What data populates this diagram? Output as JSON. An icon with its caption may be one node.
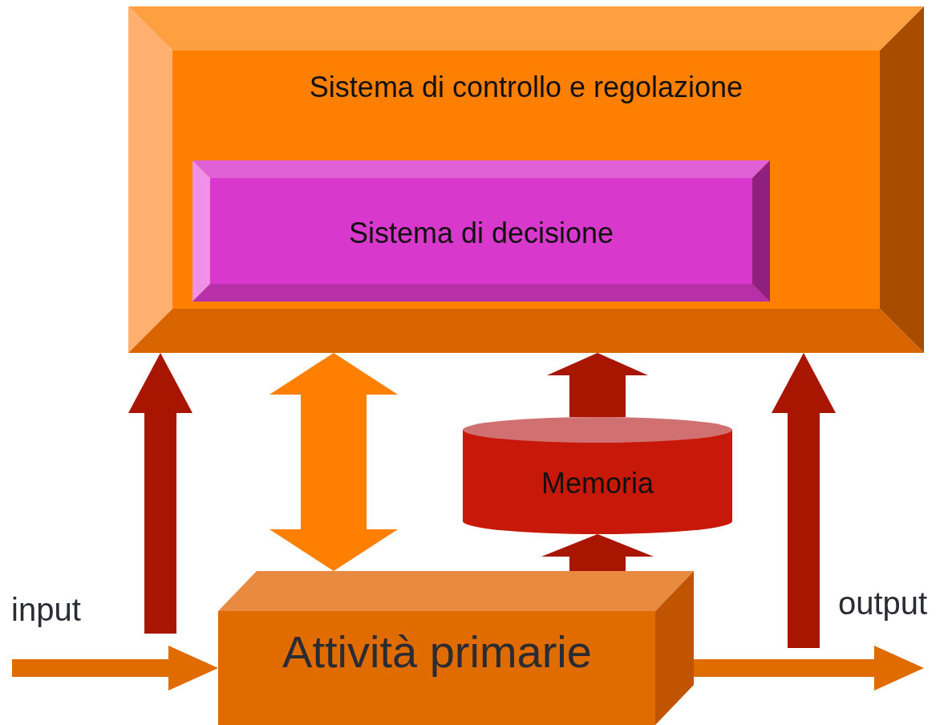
{
  "diagram": {
    "nodes": [
      {
        "text": [
          "Sistema di controllo e regolazione"
        ]
      },
      {
        "text": [
          "Sistema di decisione"
        ],
        "in": 0
      },
      {
        "text": [
          "Memoria"
        ]
      },
      {
        "text": [
          "Attività primarie"
        ]
      }
    ],
    "edges": [
      {
        "from": null,
        "to": 0,
        "arrow": "to"
      },
      {
        "from": 0,
        "to": 3,
        "arrow": "both",
        "color": "#ff7f00",
        "style": "thick"
      },
      {
        "from": 2,
        "to": 0,
        "arrow": "to"
      },
      {
        "from": 3,
        "to": 2,
        "arrow": "to"
      },
      {
        "from": null,
        "to": 0,
        "arrow": "to"
      },
      {
        "from": null,
        "to": 3,
        "arrow": "to",
        "color": "#e06c00"
      },
      {
        "from": 3,
        "to": null,
        "arrow": "to",
        "color": "#e06c00"
      }
    ],
    "labels": [
      "input",
      "output"
    ]
  }
}
